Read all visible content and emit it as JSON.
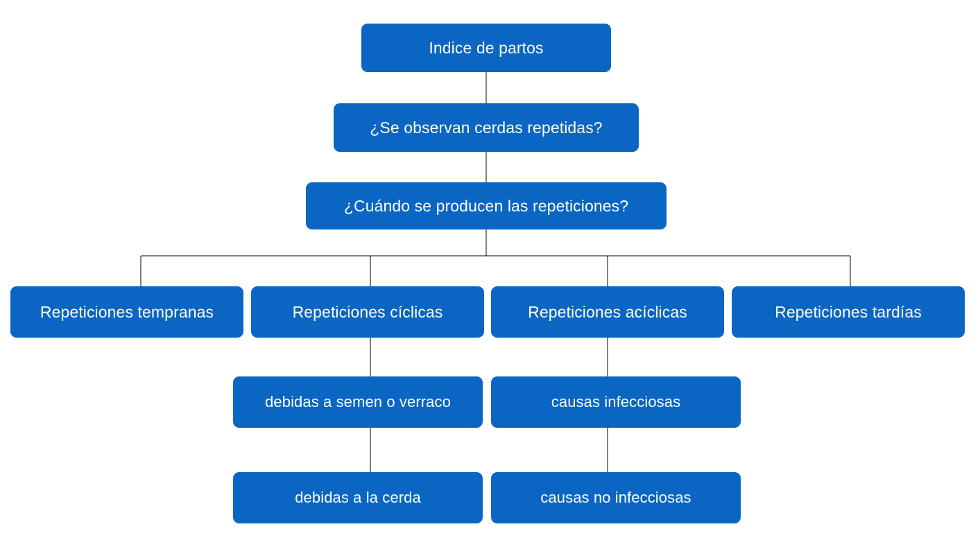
{
  "diagram": {
    "title": "Indice de partos",
    "type": "flowchart-tree",
    "background_color": "#ffffff",
    "node_fill_color": "#0a66c2",
    "node_text_color": "#ffffff",
    "edge_color": "#000000",
    "nodes": [
      {
        "id": "root",
        "label": "Indice de partos"
      },
      {
        "id": "q1",
        "label": "¿Se observan cerdas repetidas?"
      },
      {
        "id": "q2",
        "label": "¿Cuándo se producen las repeticiones?"
      },
      {
        "id": "early",
        "label": "Repeticiones tempranas"
      },
      {
        "id": "cyclic",
        "label": "Repeticiones cíclicas"
      },
      {
        "id": "acyclic",
        "label": "Repeticiones acíclicas"
      },
      {
        "id": "late",
        "label": "Repeticiones tardías"
      },
      {
        "id": "semen",
        "label": "debidas a semen o verraco"
      },
      {
        "id": "infect",
        "label": "causas infecciosas"
      },
      {
        "id": "sow",
        "label": "debidas a la cerda"
      },
      {
        "id": "noninfect",
        "label": "causas no infecciosas"
      }
    ],
    "edges": [
      {
        "from": "root",
        "to": "q1"
      },
      {
        "from": "q1",
        "to": "q2"
      },
      {
        "from": "q2",
        "to": "early"
      },
      {
        "from": "q2",
        "to": "cyclic"
      },
      {
        "from": "q2",
        "to": "acyclic"
      },
      {
        "from": "q2",
        "to": "late"
      },
      {
        "from": "cyclic",
        "to": "semen"
      },
      {
        "from": "acyclic",
        "to": "infect"
      },
      {
        "from": "semen",
        "to": "sow"
      },
      {
        "from": "infect",
        "to": "noninfect"
      }
    ]
  }
}
